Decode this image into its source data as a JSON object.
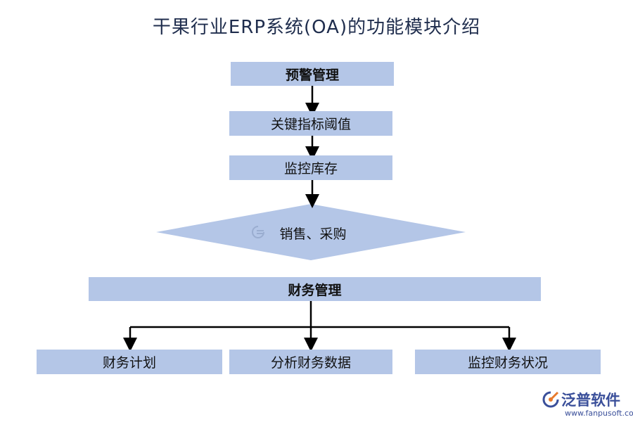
{
  "title": "干果行业ERP系统(OA)的功能模块介绍",
  "nodes": {
    "warning": "预警管理",
    "key_threshold": "关键指标阈值",
    "monitor_inventory": "监控库存",
    "sales_purchase": "销售、采购",
    "finance": "财务管理",
    "finance_plan": "财务计划",
    "finance_analysis": "分析财务数据",
    "finance_monitor": "监控财务状况"
  },
  "logo": {
    "name": "泛普软件",
    "url": "www.fanpusoft.com"
  },
  "colors": {
    "box_fill": "#b4c6e7",
    "connector": "#000000",
    "title": "#1f2d4d",
    "logo": "#3a4f9a",
    "logo_accent": "#e8792b"
  }
}
